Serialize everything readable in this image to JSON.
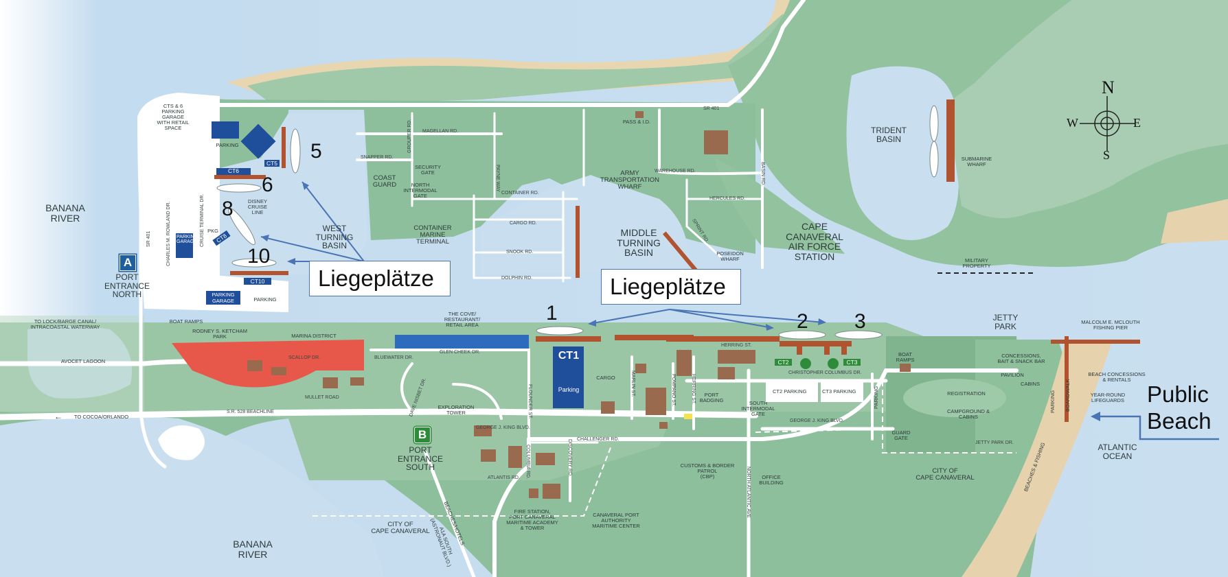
{
  "labels": {
    "banana_river_north": "BANANA\nRIVER",
    "banana_river_south": "BANANA\nRIVER",
    "port_north": "PORT\nENTRANCE\nNORTH",
    "port_south": "PORT\nENTRANCE\nSOUTH",
    "coast_guard": "COAST\nGUARD",
    "security_gate": "SECURITY\nGATE",
    "north_intermodal_gate": "NORTH\nINTERMODAL\nGATE",
    "container_marine_terminal": "CONTAINER\nMARINE\nTERMINAL",
    "army_wharf": "ARMY\nTRANSPORTATION\nWHARF",
    "pass_id": "PASS & I.D.",
    "middle_turning_basin": "MIDDLE\nTURNING\nBASIN",
    "west_turning_basin": "WEST\nTURNING\nBASIN",
    "cape_canaveral_afs": "CAPE\nCANAVERAL\nAIR FORCE\nSTATION",
    "trident_basin": "TRIDENT\nBASIN",
    "submarine_wharf": "SUBMARINE\nWHARF",
    "military_property": "MILITARY\nPROPERTY",
    "poseidon_wharf": "POSEIDON\nWHARF",
    "jetty_park": "JETTY\nPARK",
    "fishing_pier": "MALCOLM E. McLOUTH\nFISHING PIER",
    "beach_concessions": "BEACH CONCESSIONS\n& RENTALS",
    "lifeguards": "YEAR-ROUND\nLIFEGUARDS",
    "atlantic_ocean": "ATLANTIC\nOCEAN",
    "cts_garage": "CTS & 6\nPARKING\nGARAGE\nWITH RETAIL\nSPACE",
    "parking": "PARKING",
    "parking_garage": "PARKING\nGARAGE",
    "pkg": "PKG",
    "disney": "DISNEY\nCRUISE\nLINE",
    "lock_canal": "TO LOCK/BARGE CANAL/\nINTRACOASTAL WATERWAY",
    "avocet": "AVOCET LAGOON",
    "boat_ramps_west": "BOAT RAMPS",
    "ketcham_park": "RODNEY S. KETCHAM\nPARK",
    "marina_district": "MARINA DISTRICT",
    "cove": "THE COVE/\nRESTAURANT/\nRETAIL AREA",
    "exploration_tower": "EXPLORATION\nTOWER",
    "cargo": "CARGO",
    "port_badging": "PORT\nBADGING",
    "south_intermodal_gate": "SOUTH\nINTERMODAL\nGATE",
    "ct2_parking": "CT2 PARKING",
    "ct3_parking": "CT3 PARKING",
    "boat_ramps_east": "BOAT\nRAMPS",
    "guard_gate": "GUARD\nGATE",
    "concessions": "CONCESSIONS,\nBAIT & SNACK BAR",
    "pavilion": "PAVILION",
    "registration": "REGISTRATION",
    "cabins": "CABINS",
    "campground": "CAMPGROUND &\nCABINS",
    "boardwalk": "BOARDWALK",
    "city_cc_east": "CITY OF\nCAPE CANAVERAL",
    "city_cc_south": "CITY OF\nCAPE CANAVERAL",
    "customs": "CUSTOMS & BORDER\nPATROL\n(CBP)",
    "office_building": "OFFICE\nBUILDING",
    "fire_station": "FIRE STATION,\nPORT CANAVERAL\nMARITIME ACADEMY\n& TOWER",
    "maritime_center": "CANAVERAL PORT\nAUTHORITY\nMARITIME CENTER",
    "to_cocoa": "TO COCOA/ORLANDO",
    "beaches_hotels": "BEACHES/HOTELS",
    "a1a": "A1A SOUTH\n(ASTRONAUT BLVD.)",
    "beaches_fishing": "BEACHES & FISHING",
    "parking_vertical": "PARKING",
    "ct1_parking": "Parking"
  },
  "roads": {
    "sr401_top": "SR 401",
    "sr401_side": "SR 401",
    "magellan": "MAGELLAN RD.",
    "snapper": "SNAPPER RD.",
    "grouper": "GROUPER RD.",
    "payne": "PAYNE WAY",
    "container": "CONTAINER RD.",
    "cargo": "CARGO RD.",
    "snook": "SNOOK RD.",
    "dolphin": "DOLPHIN RD.",
    "warehouse": "WAREHOUSE RD.",
    "hercules": "HERCULES RD.",
    "sprint": "SPRINT RD.",
    "basin": "BASIN RD.",
    "charles_rowland": "CHARLES M. ROWLAND DR.",
    "cruise_terminal": "CRUISE TERMINAL DR.",
    "scallop": "SCALLOP DR.",
    "bluewater": "BLUEWATER DR.",
    "glen_cheek": "GLEN CHEEK DR.",
    "mullet": "MULLET ROAD",
    "dave_nisbet": "DAVE NISBET DR.",
    "flounder": "FLOUNDER ST.",
    "marlin": "MARLIN ST.",
    "pompano": "POMPANO ST.",
    "herring_v": "HERRING ST.",
    "herring_h": "HERRING ST.",
    "christopher_columbus": "CHRISTOPHER COLUMBUS DR.",
    "sr528": "S.R. 528 BEACHLINE",
    "gjk_west": "GEORGE J. KING BLVD.",
    "gjk_east": "GEORGE J. KING BLVD.",
    "challenger": "CHALLENGER RD.",
    "atlantis": "ATLANTIS RD.",
    "columbia": "COLUMBIA RD.",
    "discovery": "DISCOVERY RD.",
    "north_atlantic": "NORTH ATLANTIC AVE",
    "jetty_park_dr": "JETTY PARK DR."
  },
  "terminals": {
    "ct1": "CT1",
    "ct2": "CT2",
    "ct3": "CT3",
    "ct5": "CT5",
    "ct6": "CT6",
    "ct8": "CT8",
    "ct10": "CT10"
  },
  "markers": {
    "a": "A",
    "b": "B"
  },
  "berths": {
    "b1": "1",
    "b2": "2",
    "b3": "3",
    "b5": "5",
    "b6": "6",
    "b8": "8",
    "b10": "10"
  },
  "callouts": {
    "west": "Liegeplätze",
    "middle": "Liegeplätze",
    "public_beach": "Public\nBeach"
  },
  "compass": {
    "n": "N",
    "s": "S",
    "e": "E",
    "w": "W"
  },
  "colors": {
    "water": "#c9dff0",
    "land": "#8ebf9c",
    "land_dark": "#6f9f80",
    "road": "#ffffff",
    "pier": "#b0532e",
    "building": "#9a6a4f",
    "marina": "#e8584a",
    "sand": "#e6d2ad",
    "terminal_blue": "#1f4e9a",
    "callout_border": "#4a74b4"
  }
}
